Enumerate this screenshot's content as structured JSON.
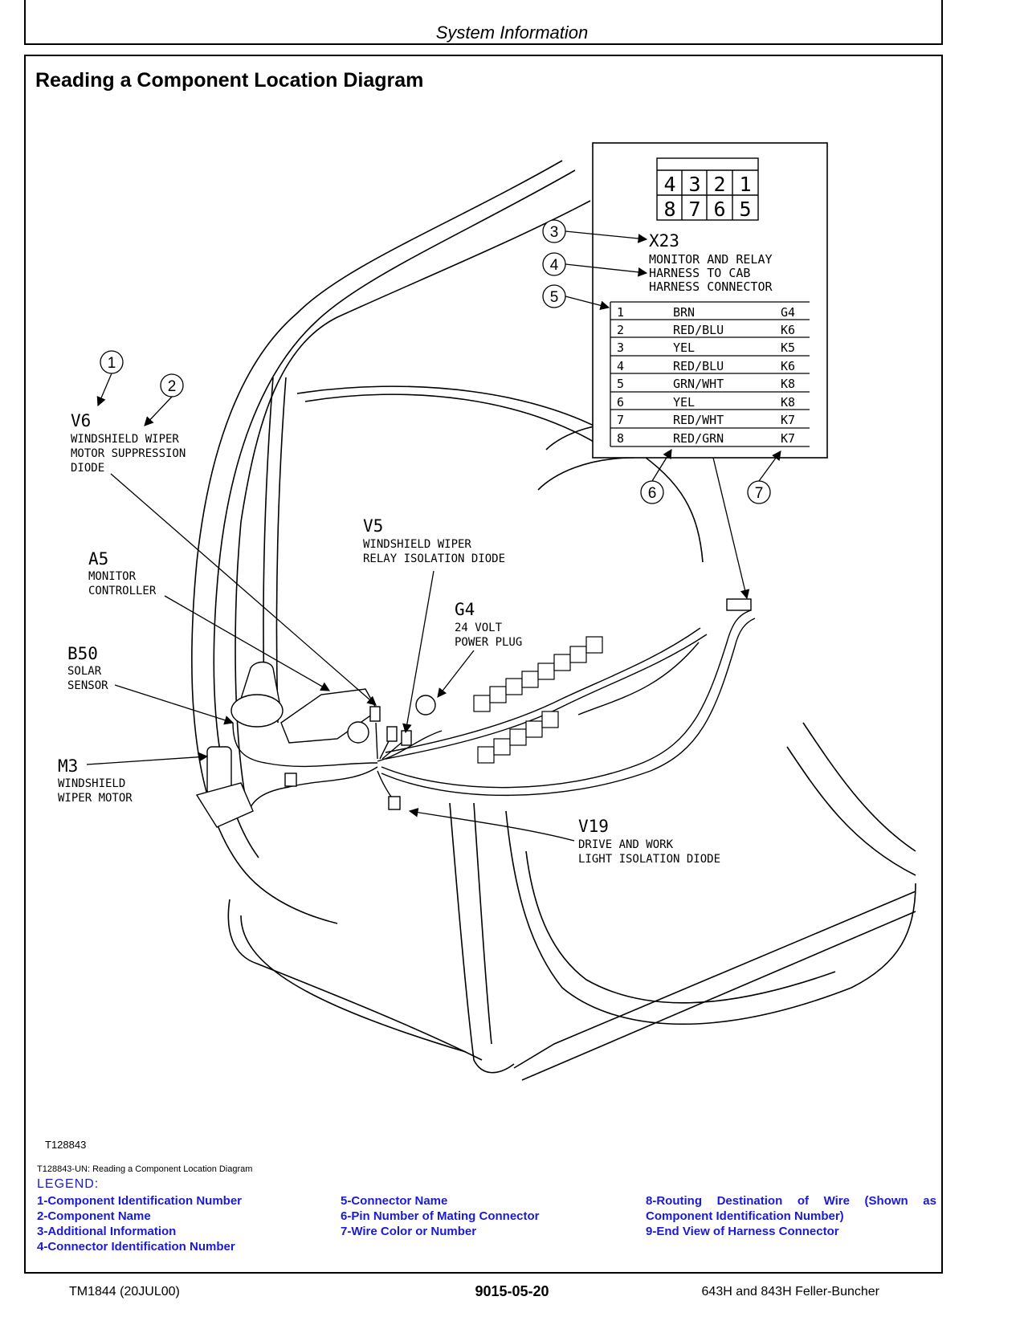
{
  "header": {
    "section_title": "System Information"
  },
  "page_title": "Reading a Component Location Diagram",
  "connector_view": {
    "top_row": [
      "4",
      "3",
      "2",
      "1"
    ],
    "bottom_row": [
      "8",
      "7",
      "6",
      "5"
    ]
  },
  "connector": {
    "name": "X23",
    "description": [
      "MONITOR AND RELAY",
      "HARNESS TO CAB",
      "HARNESS CONNECTOR"
    ],
    "pins": [
      {
        "pin": "1",
        "wire": "BRN",
        "dest": "G4"
      },
      {
        "pin": "2",
        "wire": "RED/BLU",
        "dest": "K6"
      },
      {
        "pin": "3",
        "wire": "YEL",
        "dest": "K5"
      },
      {
        "pin": "4",
        "wire": "RED/BLU",
        "dest": "K6"
      },
      {
        "pin": "5",
        "wire": "GRN/WHT",
        "dest": "K8"
      },
      {
        "pin": "6",
        "wire": "YEL",
        "dest": "K8"
      },
      {
        "pin": "7",
        "wire": "RED/WHT",
        "dest": "K7"
      },
      {
        "pin": "8",
        "wire": "RED/GRN",
        "dest": "K7"
      }
    ]
  },
  "callouts": [
    "1",
    "2",
    "3",
    "4",
    "5",
    "6",
    "7"
  ],
  "components": [
    {
      "id": "V6",
      "name": [
        "WINDSHIELD WIPER",
        "MOTOR SUPPRESSION",
        "DIODE"
      ]
    },
    {
      "id": "V5",
      "name": [
        "WINDSHIELD WIPER",
        "RELAY ISOLATION DIODE"
      ]
    },
    {
      "id": "A5",
      "name": [
        "MONITOR",
        "CONTROLLER"
      ]
    },
    {
      "id": "G4",
      "name": [
        "24 VOLT",
        "POWER PLUG"
      ]
    },
    {
      "id": "B50",
      "name": [
        "SOLAR",
        "SENSOR"
      ]
    },
    {
      "id": "M3",
      "name": [
        "WINDSHIELD",
        "WIPER MOTOR"
      ]
    },
    {
      "id": "V19",
      "name": [
        "DRIVE AND WORK",
        "LIGHT ISOLATION DIODE"
      ]
    }
  ],
  "figure_id": "T128843",
  "caption": "T128843-UN: Reading a Component Location Diagram",
  "legend": {
    "title": "LEGEND:",
    "col1": [
      "1-Component Identification Number",
      "2-Component Name",
      "3-Additional Information",
      "4-Connector Identification Number"
    ],
    "col2": [
      "5-Connector Name",
      "6-Pin Number of Mating Connector",
      "7-Wire Color or Number"
    ],
    "col3": [
      "8-Routing Destination of Wire (Shown as Component Identification Number)",
      "9-End View of Harness Connector"
    ]
  },
  "footer": {
    "left": "TM1844 (20JUL00)",
    "center": "9015-05-20",
    "right": "643H and 843H Feller-Buncher"
  },
  "colors": {
    "legend": "#1a1ad6",
    "ink": "#000000"
  }
}
